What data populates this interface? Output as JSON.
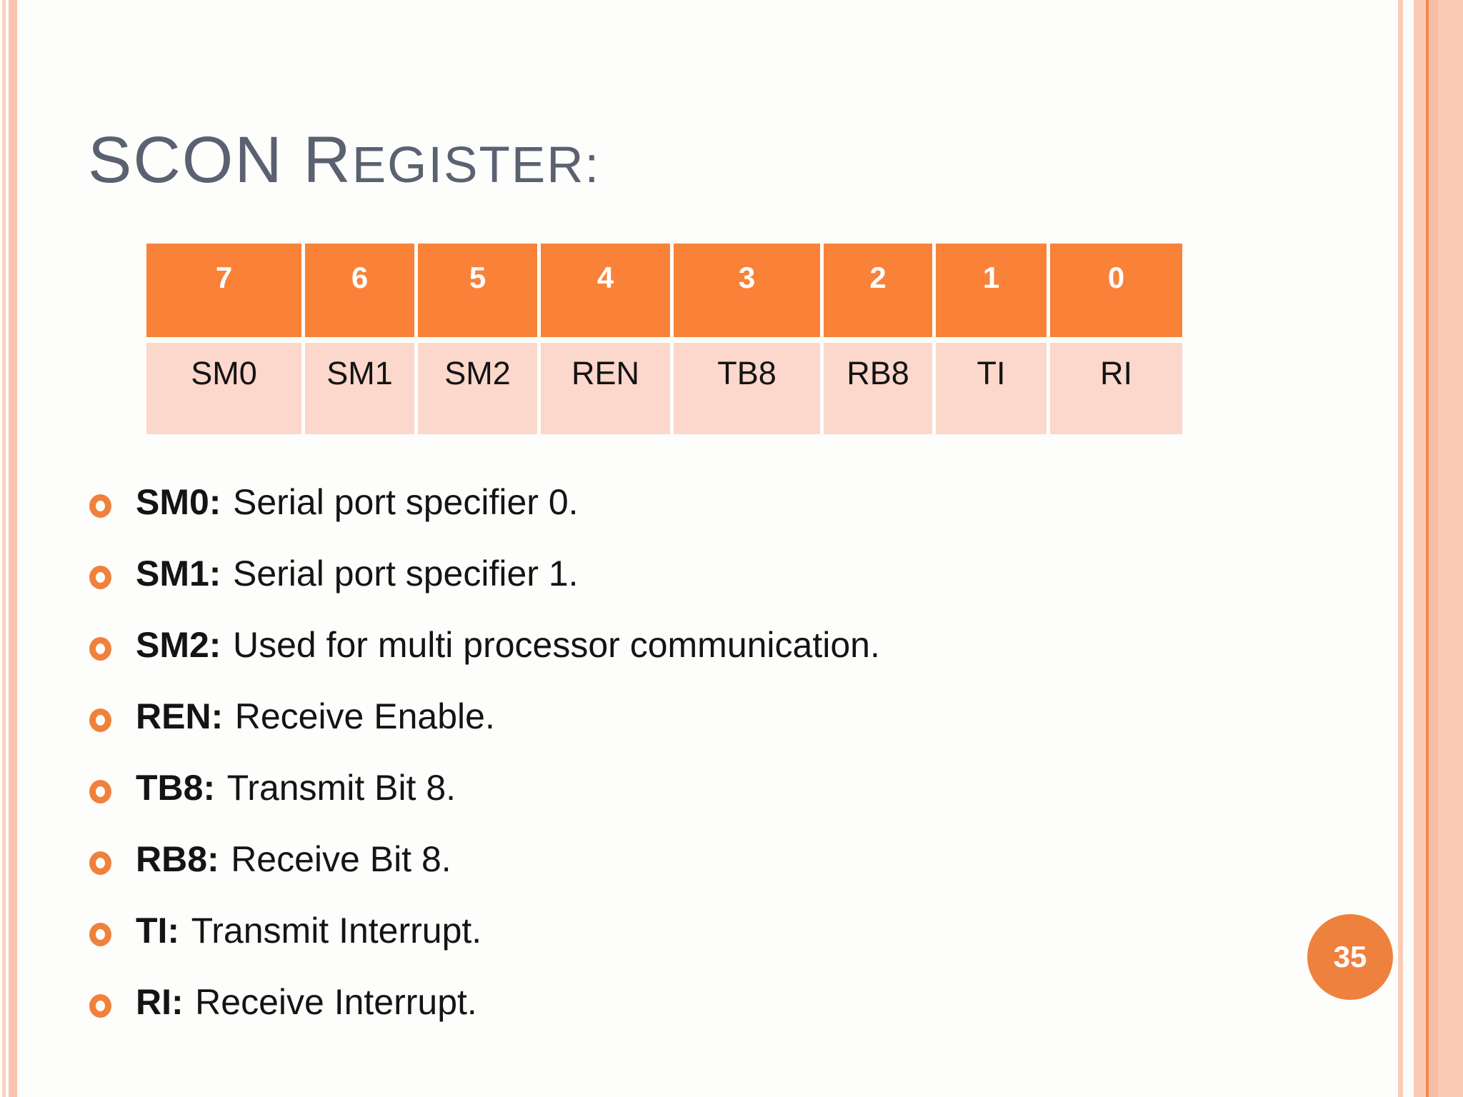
{
  "slide": {
    "title": {
      "leading": "SCON R",
      "trailing": "EGISTER:"
    },
    "page_number": "35"
  },
  "register_table": {
    "bit_numbers": [
      "7",
      "6",
      "5",
      "4",
      "3",
      "2",
      "1",
      "0"
    ],
    "bit_names": [
      "SM0",
      "SM1",
      "SM2",
      "REN",
      "TB8",
      "RB8",
      "TI",
      "RI"
    ]
  },
  "bullets": [
    {
      "term": "SM0:",
      "description": "Serial port specifier 0."
    },
    {
      "term": "SM1:",
      "description": "Serial port specifier 1."
    },
    {
      "term": "SM2:",
      "description": "Used for multi processor communication."
    },
    {
      "term": "REN:",
      "description": "Receive Enable."
    },
    {
      "term": "TB8:",
      "description": "Transmit Bit 8."
    },
    {
      "term": "RB8:",
      "description": "Receive Bit 8."
    },
    {
      "term": "TI:",
      "description": "Transmit Interrupt."
    },
    {
      "term": "RI:",
      "description": "Receive Interrupt."
    }
  ],
  "colors": {
    "header_orange": "#F98238",
    "name_row_pink": "#FCD7CB",
    "accent_orange": "#EF813E",
    "title_gray": "#5A6170",
    "border_salmon": "#F8C5B0"
  }
}
